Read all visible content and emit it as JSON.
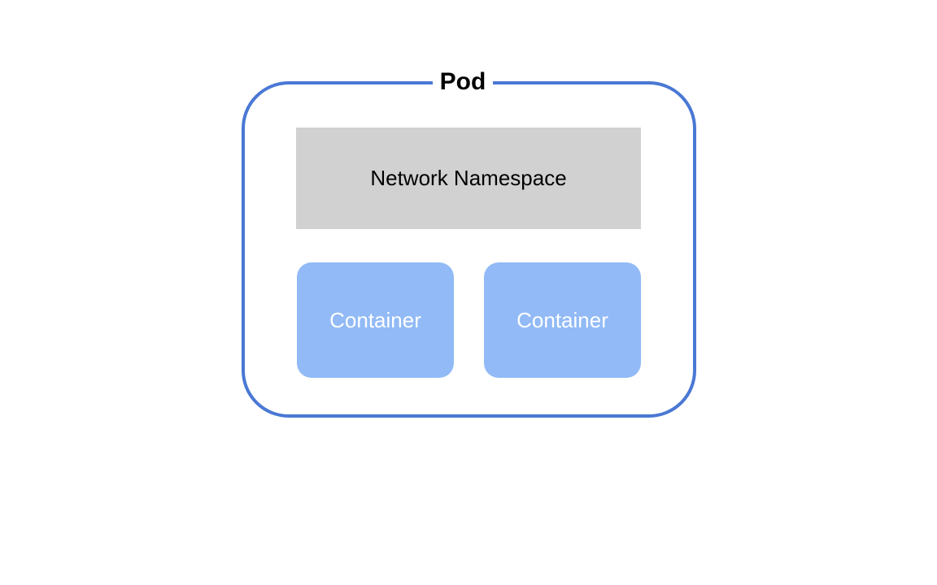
{
  "diagram": {
    "pod": {
      "label": "Pod",
      "border_color": "#4a78d4"
    },
    "network_namespace": {
      "label": "Network Namespace",
      "fill_color": "#d2d1d2"
    },
    "containers": [
      {
        "label": "Container",
        "fill_color": "#91baf6"
      },
      {
        "label": "Container",
        "fill_color": "#91baf6"
      }
    ]
  }
}
